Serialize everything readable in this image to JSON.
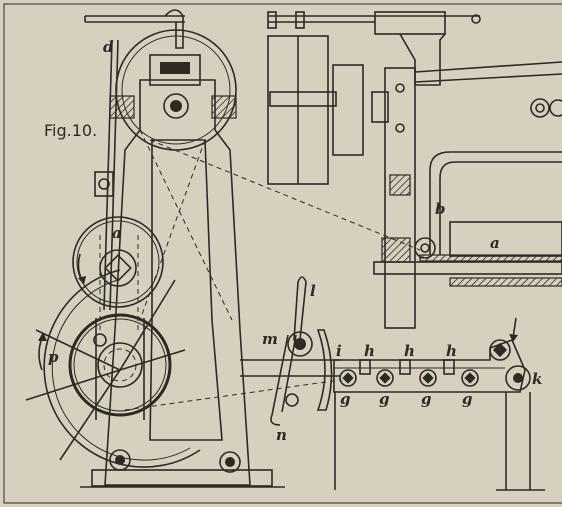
{
  "figure_label": "Fig.10.",
  "labels": {
    "a1": "a",
    "a2": "a",
    "b": "b",
    "d": "d",
    "g": "g",
    "h": "h",
    "i": "i",
    "k": "k",
    "l": "l",
    "m": "m",
    "n": "n",
    "p": "p"
  },
  "colors": {
    "ink": "#2d2a24",
    "paper": "#d7d0bf"
  }
}
